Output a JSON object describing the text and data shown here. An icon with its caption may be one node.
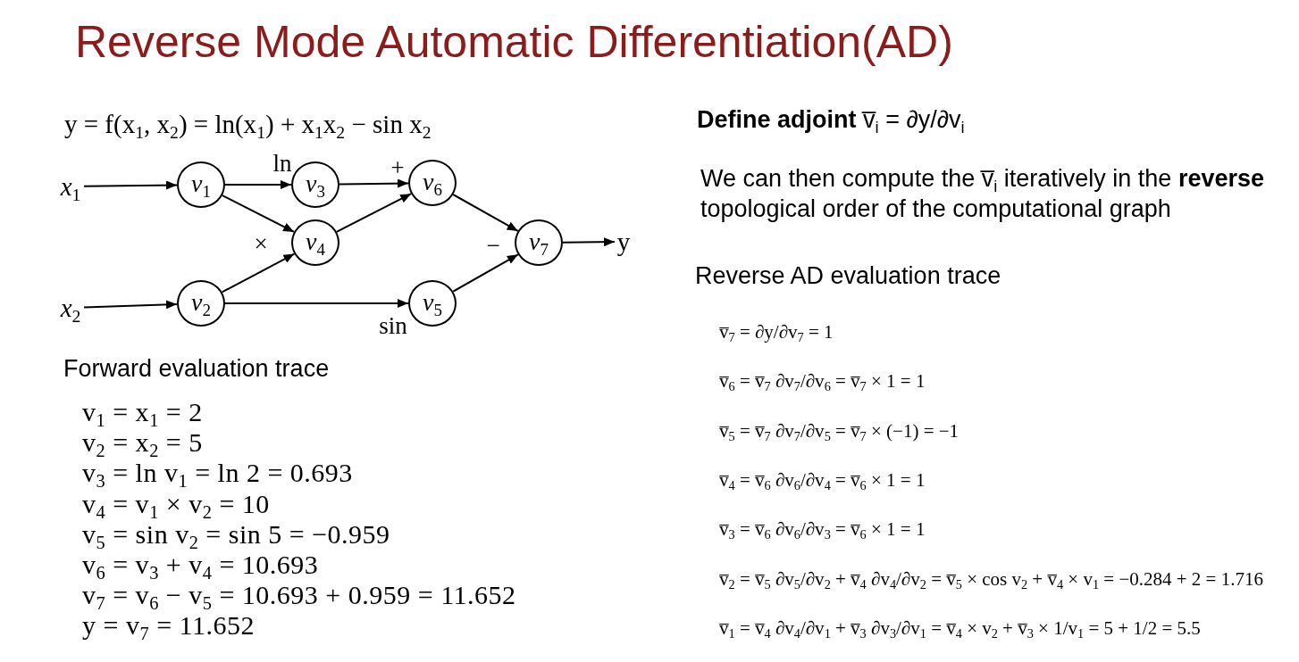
{
  "diagram": {
    "title": "Reverse Mode Automatic Differentiation(AD)",
    "nodes": [
      {
        "text": [
          "x$_{1}$"
        ]
      },
      {
        "text": [
          "x$_{2}$"
        ]
      },
      {
        "text": [
          "v$_{1}$"
        ]
      },
      {
        "text": [
          "v$_{2}$"
        ]
      },
      {
        "text": [
          "v$_{3}$"
        ],
        "beside": [
          "ln"
        ]
      },
      {
        "text": [
          "v$_{4}$"
        ],
        "beside": [
          "×"
        ]
      },
      {
        "text": [
          "v$_{5}$"
        ],
        "beside": [
          "sin"
        ]
      },
      {
        "text": [
          "v$_{6}$"
        ],
        "beside": [
          "+"
        ]
      },
      {
        "text": [
          "v$_{7}$"
        ],
        "beside": [
          "−"
        ]
      },
      {
        "text": [
          "y"
        ]
      }
    ],
    "edges": [
      {
        "from": 0,
        "to": 2,
        "arrow": "to"
      },
      {
        "from": 1,
        "to": 3,
        "arrow": "to"
      },
      {
        "from": 2,
        "to": 4,
        "arrow": "to"
      },
      {
        "from": 2,
        "to": 5,
        "arrow": "to"
      },
      {
        "from": 3,
        "to": 5,
        "arrow": "to"
      },
      {
        "from": 3,
        "to": 6,
        "arrow": "to"
      },
      {
        "from": 4,
        "to": 7,
        "arrow": "to"
      },
      {
        "from": 5,
        "to": 7,
        "arrow": "to"
      },
      {
        "from": 7,
        "to": 8,
        "arrow": "to"
      },
      {
        "from": 6,
        "to": 8,
        "arrow": "to"
      },
      {
        "from": 8,
        "to": 9,
        "arrow": "to"
      }
    ],
    "labels": [
      "y = f(x$_{1}$, x$_{2}$) = ln(x$_{1}$) + x$_{1}$x$_{2}$ − sin x$_{2}$",
      "Forward evaluation trace",
      "v$_{1}$ = x$_{1}$ = 2",
      "v$_{2}$ = x$_{2}$ = 5",
      "v$_{3}$ = ln v$_{1}$ = ln 2 = 0.693",
      "v$_{4}$ = v$_{1}$ × v$_{2}$ = 10",
      "v$_{5}$ = sin v$_{2}$ = sin 5 = −0.959",
      "v$_{6}$ = v$_{3}$ + v$_{4}$ = 10.693",
      "v$_{7}$ = v$_{6}$ − v$_{5}$ = 10.693 + 0.959 = 11.652",
      "y = v$_{7}$ = 11.652",
      "**Define adjoint** v̅$_{i}$ = ∂y/∂v$_{i}$",
      "We can then compute the v̅$_{i}$ iteratively in the **reverse** topological order of the computational graph",
      "Reverse AD evaluation trace",
      "v̅$_{7}$ = ∂y/∂v$_{7}$ = 1",
      "v̅$_{6}$ = v̅$_{7}$ ∂v$_{7}$/∂v$_{6}$ = v̅$_{7}$ × 1 = 1",
      "v̅$_{5}$ = v̅$_{7}$ ∂v$_{7}$/∂v$_{5}$ = v̅$_{7}$ × (−1) = −1",
      "v̅$_{4}$ = v̅$_{6}$ ∂v$_{6}$/∂v$_{4}$ = v̅$_{6}$ × 1 = 1",
      "v̅$_{3}$ = v̅$_{6}$ ∂v$_{6}$/∂v$_{3}$ = v̅$_{6}$ × 1 = 1",
      "v̅$_{2}$ = v̅$_{5}$ ∂v$_{5}$/∂v$_{2}$ + v̅$_{4}$ ∂v$_{4}$/∂v$_{2}$ = v̅$_{5}$ × cos v$_{2}$ + v̅$_{4}$ × v$_{1}$ = −0.284 + 2 = 1.716",
      "v̅$_{1}$ = v̅$_{4}$ ∂v$_{4}$/∂v$_{1}$ + v̅$_{3}$ ∂v$_{3}$/∂v$_{1}$ = v̅$_{4}$ × v$_{2}$ + v̅$_{3}$ × 1/v$_{1}$ = 5 + 1/2 = 5.5"
    ]
  }
}
